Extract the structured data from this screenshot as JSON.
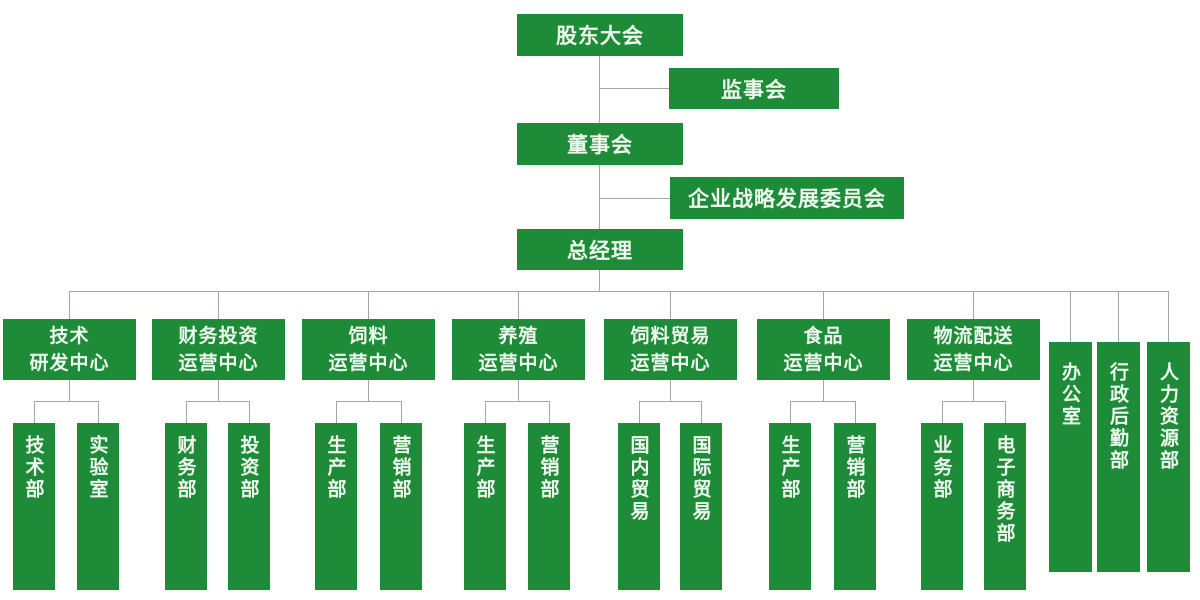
{
  "colors": {
    "box": "#1e8b38",
    "text": "#eef7ee",
    "line": "#a5a5a5",
    "background": "#ffffff"
  },
  "top": {
    "shareholders": "股东大会",
    "supervisory": "监事会",
    "board": "董事会",
    "strategy": "企业战略发展委员会",
    "general_manager": "总经理"
  },
  "centers": [
    {
      "line1": "技术",
      "line2": "研发中心",
      "children": [
        "技术部",
        "实验室"
      ]
    },
    {
      "line1": "财务投资",
      "line2": "运营中心",
      "children": [
        "财务部",
        "投资部"
      ]
    },
    {
      "line1": "饲料",
      "line2": "运营中心",
      "children": [
        "生产部",
        "营销部"
      ]
    },
    {
      "line1": "养殖",
      "line2": "运营中心",
      "children": [
        "生产部",
        "营销部"
      ]
    },
    {
      "line1": "饲料贸易",
      "line2": "运营中心",
      "children": [
        "国内贸易",
        "国际贸易"
      ]
    },
    {
      "line1": "食品",
      "line2": "运营中心",
      "children": [
        "生产部",
        "营销部"
      ]
    },
    {
      "line1": "物流配送",
      "line2": "运营中心",
      "children": [
        "业务部",
        "电子商务部"
      ]
    }
  ],
  "staff_departments": [
    "办公室",
    "行政后勤部",
    "人力资源部"
  ]
}
